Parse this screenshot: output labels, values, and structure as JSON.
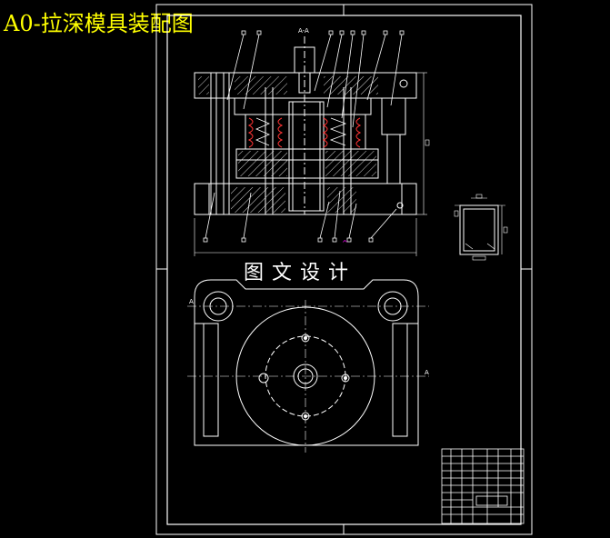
{
  "title": "A0-拉深模具装配图",
  "watermark": "图文设计",
  "section_label": "A-A",
  "section_marker_left": "A",
  "section_marker_right": "A",
  "colors": {
    "background": "#000000",
    "line": "#ffffff",
    "title": "#ffff00",
    "spring": "#ff3333",
    "marker": "#ff00ff"
  }
}
